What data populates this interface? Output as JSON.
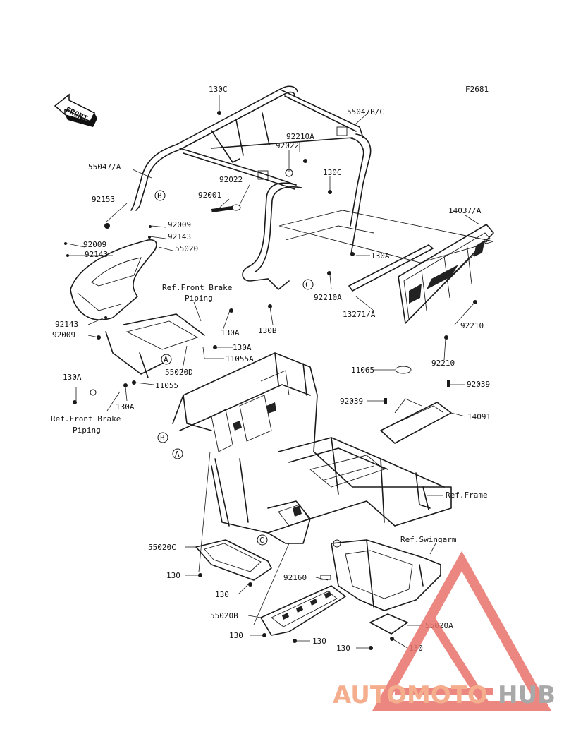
{
  "figure_id": "F2681",
  "front_label": "FRONT",
  "callouts": {
    "B_top": "B",
    "A_mid": "A",
    "C_mid": "C",
    "B_frame": "B",
    "A_frame": "A",
    "C_frame": "C"
  },
  "labels": {
    "l130C_top": "130C",
    "l55047BC": "55047B/C",
    "l92210A_top": "92210A",
    "l92022_a": "92022",
    "l55047A": "55047/A",
    "l130C_mid": "130C",
    "l92022_b": "92022",
    "l92001": "92001",
    "l92153": "92153",
    "l14037A": "14037/A",
    "l92009_a": "92009",
    "l92143_a": "92143",
    "l92009_b": "92009",
    "l92143_b": "92143",
    "l55020": "55020",
    "l130A_a": "130A",
    "l92210A_mid": "92210A",
    "l13271A": "13271/A",
    "l92210_a": "92210",
    "l92210_b": "92210",
    "l130B": "130B",
    "l92143_c": "92143",
    "l92009_c": "92009",
    "l130A_b": "130A",
    "l130A_c": "130A",
    "l11055A": "11055A",
    "l55020D": "55020D",
    "l11055": "11055",
    "l130A_d": "130A",
    "l130A_e": "130A",
    "l11065": "11065",
    "l92039_a": "92039",
    "l92039_b": "92039",
    "l14091": "14091",
    "l55020C": "55020C",
    "l130_a": "130",
    "l130_b": "130",
    "l92160": "92160",
    "l55020B": "55020B",
    "l130_c": "130",
    "l130_d": "130",
    "l55020A": "55020A",
    "l130_e": "130",
    "l130_f": "130"
  },
  "references": {
    "brake_piping_top_1": "Ref.Front Brake",
    "brake_piping_top_2": "Piping",
    "brake_piping_bot_1": "Ref.Front Brake",
    "brake_piping_bot_2": "Piping",
    "frame": "Ref.Frame",
    "swingarm": "Ref.Swingarm"
  },
  "watermark": {
    "part1": "AUTOMOTO",
    "part2": "HUB",
    "color1": "#f4a07a",
    "color2": "#9a9a9a",
    "triangle_color": "#e8736a"
  }
}
